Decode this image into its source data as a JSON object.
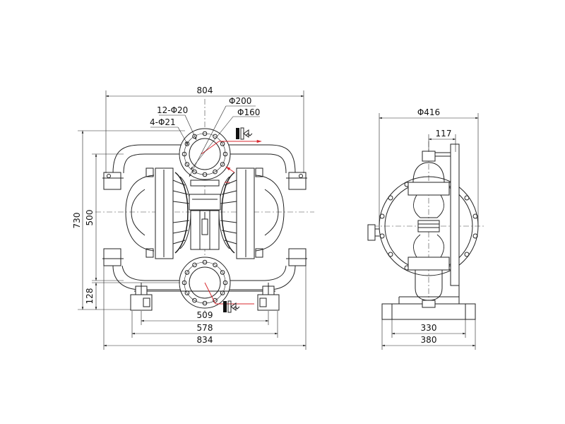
{
  "front_view": {
    "dims": {
      "overall_top": "804",
      "bolt_holes_small": "12-Φ20",
      "bolt_holes_large": "4-Φ21",
      "flange_outer": "Φ200",
      "flange_bolt_circle": "Φ160",
      "total_height": "730",
      "body_height": "500",
      "base_height": "128",
      "base_inner": "509",
      "base_mid": "578",
      "overall_bottom": "834"
    },
    "flow_symbols": [
      "flow-out-icon",
      "flow-in-icon"
    ]
  },
  "side_view": {
    "dims": {
      "diameter": "Φ416",
      "offset": "117",
      "base_inner": "330",
      "base_outer": "380"
    }
  },
  "colors": {
    "line": "#222222",
    "flow_line": "#d8282f",
    "background": "#ffffff"
  }
}
